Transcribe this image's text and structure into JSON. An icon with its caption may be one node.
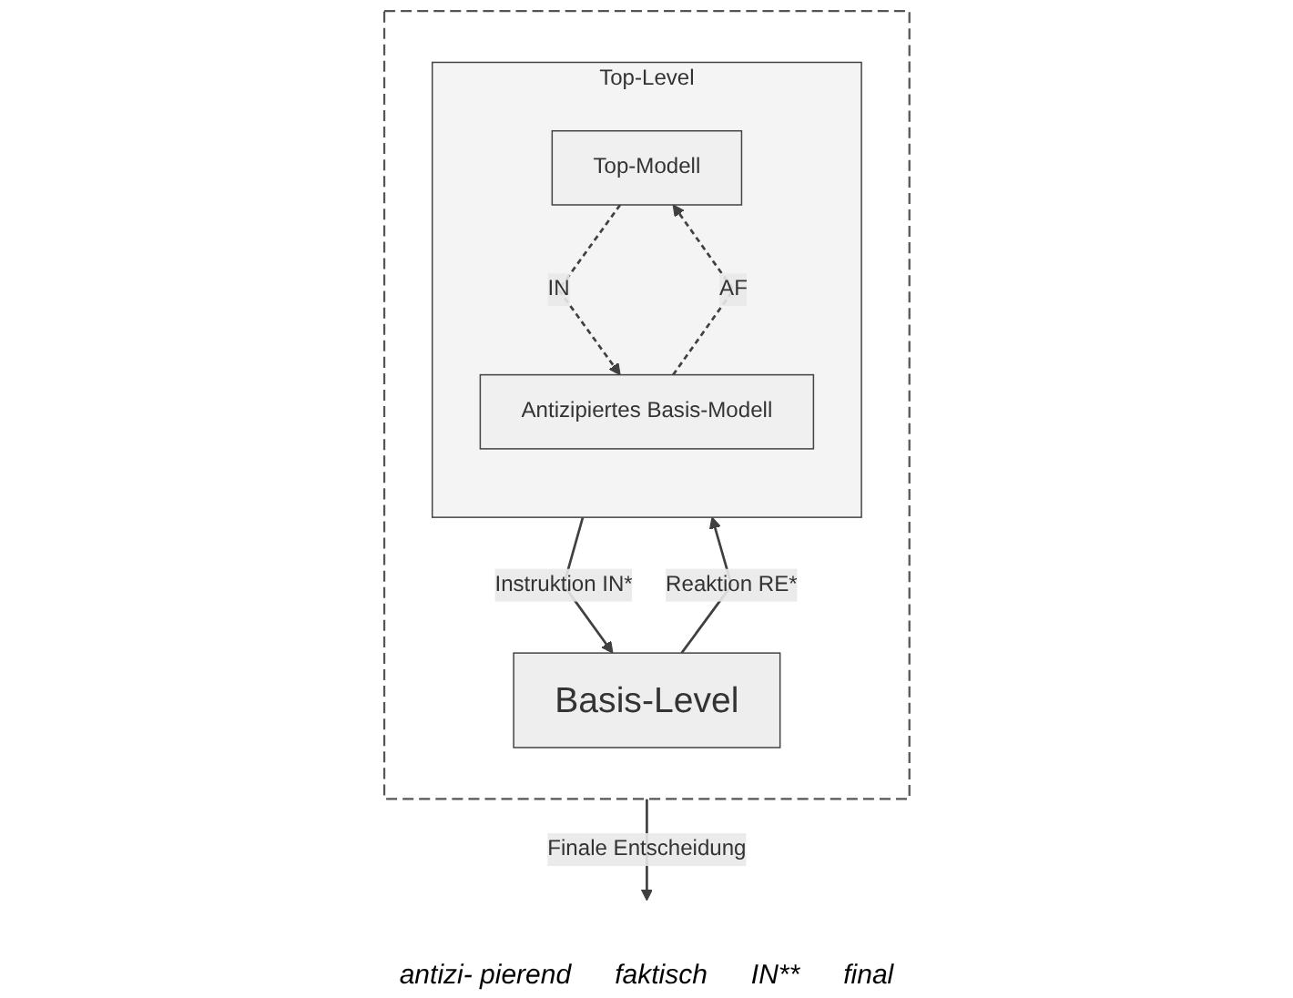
{
  "diagram": {
    "nodes": [
      {
        "text": [],
        "shape": "box"
      },
      {
        "text": [
          "Top-Level"
        ],
        "in": 0
      },
      {
        "text": [
          "Top-Modell"
        ],
        "in": 1
      },
      {
        "text": [
          "Antizipiertes Basis-Modell"
        ],
        "in": 1
      },
      {
        "text": [
          "Basis-Level"
        ],
        "in": 0
      }
    ],
    "edges": [
      {
        "from": 3,
        "to": 2,
        "arrow": "to",
        "label": "AF",
        "style": "dashed"
      },
      {
        "from": 2,
        "to": 3,
        "arrow": "to",
        "label": "IN",
        "style": "dashed"
      },
      {
        "from": 1,
        "to": 4,
        "arrow": "to",
        "label": "Instruktion IN*"
      },
      {
        "from": 4,
        "to": 1,
        "arrow": "to",
        "label": "Reaktion RE*"
      },
      {
        "from": 0,
        "to": null,
        "arrow": "to",
        "label": "Finale Entscheidung"
      }
    ],
    "labels": [
      "antizi- pierend",
      "faktisch",
      "IN**",
      "final"
    ]
  }
}
